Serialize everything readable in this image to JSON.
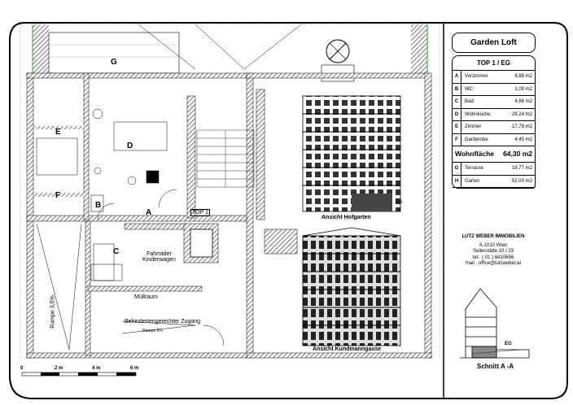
{
  "title": "Garden Loft",
  "unit_table": {
    "header": "TOP 1 / EG",
    "rooms": [
      {
        "key": "A",
        "name": "Vorzimmer",
        "area": "6,88 m2"
      },
      {
        "key": "B",
        "name": "WC",
        "area": "1,09 m2"
      },
      {
        "key": "C",
        "name": "Bad",
        "area": "4,88 m2"
      },
      {
        "key": "D",
        "name": "Wohnküche",
        "area": "29,24 m2"
      },
      {
        "key": "E",
        "name": "Zimmer",
        "area": "17,78 m2"
      },
      {
        "key": "F",
        "name": "Garderobe",
        "area": "4,45 m2"
      }
    ],
    "total_label": "Wohnfläche",
    "total_value": "64,30 m2",
    "outdoor": [
      {
        "key": "G",
        "name": "Terrasse",
        "area": "19,77 m2"
      },
      {
        "key": "H",
        "name": "Garten",
        "area": "52,00 m2"
      }
    ]
  },
  "company": {
    "name": "LUTZ WEBER IMMOBILIEN",
    "city": "A-1010 Wien",
    "street": "Seilerstätte 10 / 23",
    "tel": "tel.: ( 01 ) 6410656",
    "mail": "mail : office@lutzweber.at"
  },
  "section_label": "Schnitt A -A",
  "section_eg": "EG",
  "plan": {
    "rooms": {
      "G": "G",
      "E": "E",
      "D": "D",
      "F": "F",
      "B": "B",
      "A": "A",
      "C": "C"
    },
    "top_label": "TOP 1",
    "bike_room": [
      "Fahrräder",
      "Kinderwagen"
    ],
    "waste_room": "Müllraum",
    "access": "Behindertengerechter Zugang",
    "ramp1": "Rampe 6%",
    "ramp2": "Rampe 3,5%",
    "view1": "Ansicht Hofgarten",
    "view1_eg": "EG",
    "view2": "Ansicht Kundmanngasse"
  },
  "scale": [
    "0",
    "2 m",
    "4 m",
    "6 m"
  ]
}
